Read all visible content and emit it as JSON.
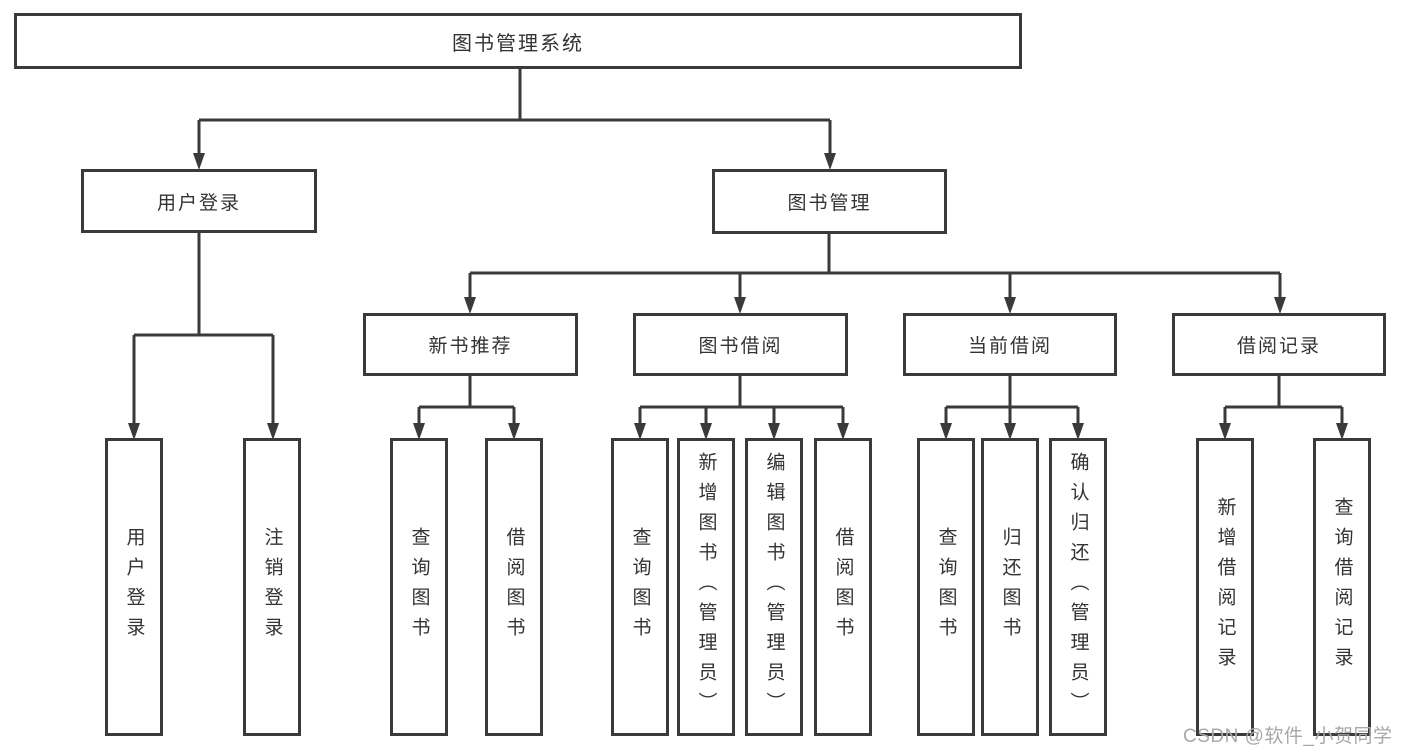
{
  "diagram": {
    "root": {
      "label": "图书管理系统"
    },
    "branches": {
      "user_login": {
        "label": "用户登录",
        "children": [
          "用户登录",
          "注销登录"
        ]
      },
      "book_management": {
        "label": "图书管理",
        "groups": [
          {
            "label": "新书推荐",
            "children": [
              "查询图书",
              "借阅图书"
            ]
          },
          {
            "label": "图书借阅",
            "children": [
              "查询图书",
              "新增图书（管理员）",
              "编辑图书（管理员）",
              "借阅图书"
            ]
          },
          {
            "label": "当前借阅",
            "children": [
              "查询图书",
              "归还图书",
              "确认归还（管理员）"
            ]
          },
          {
            "label": "借阅记录",
            "children": [
              "新增借阅记录",
              "查询借阅记录"
            ]
          }
        ]
      }
    },
    "watermark": "CSDN @软件_小贺同学",
    "colors": {
      "line": "#3a3a3a",
      "text": "#333333",
      "watermark": "#a8a8a8",
      "background": "#ffffff"
    }
  }
}
